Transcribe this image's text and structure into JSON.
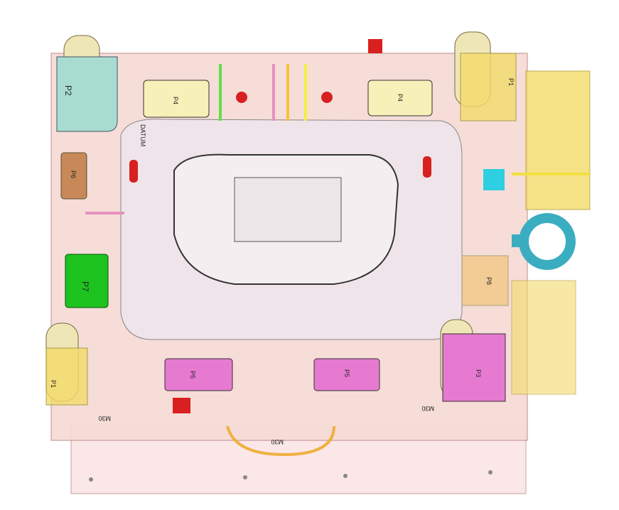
{
  "plates": {
    "p2": "P2",
    "p4_left": "P4",
    "p4_right": "P4",
    "p6": "P6",
    "p7": "P7",
    "p5_left": "P5",
    "p5_right": "P5",
    "p1_left": "P1",
    "p1_right": "P1",
    "p3": "P3",
    "p8": "P8"
  },
  "engravings": {
    "datum": "DATUM",
    "m30_bottom": "M30",
    "m30_left": "M30",
    "m30_right": "M30"
  },
  "colors": {
    "base": "#f6dcd6",
    "plate_yellow": "#f7f0b8",
    "plate_teal": "#a8dcd0",
    "plate_green": "#1ec21e",
    "plate_pink": "#e67ad0",
    "leader_pin": "#efe6b8",
    "eyebolt": "#3aaec0"
  }
}
